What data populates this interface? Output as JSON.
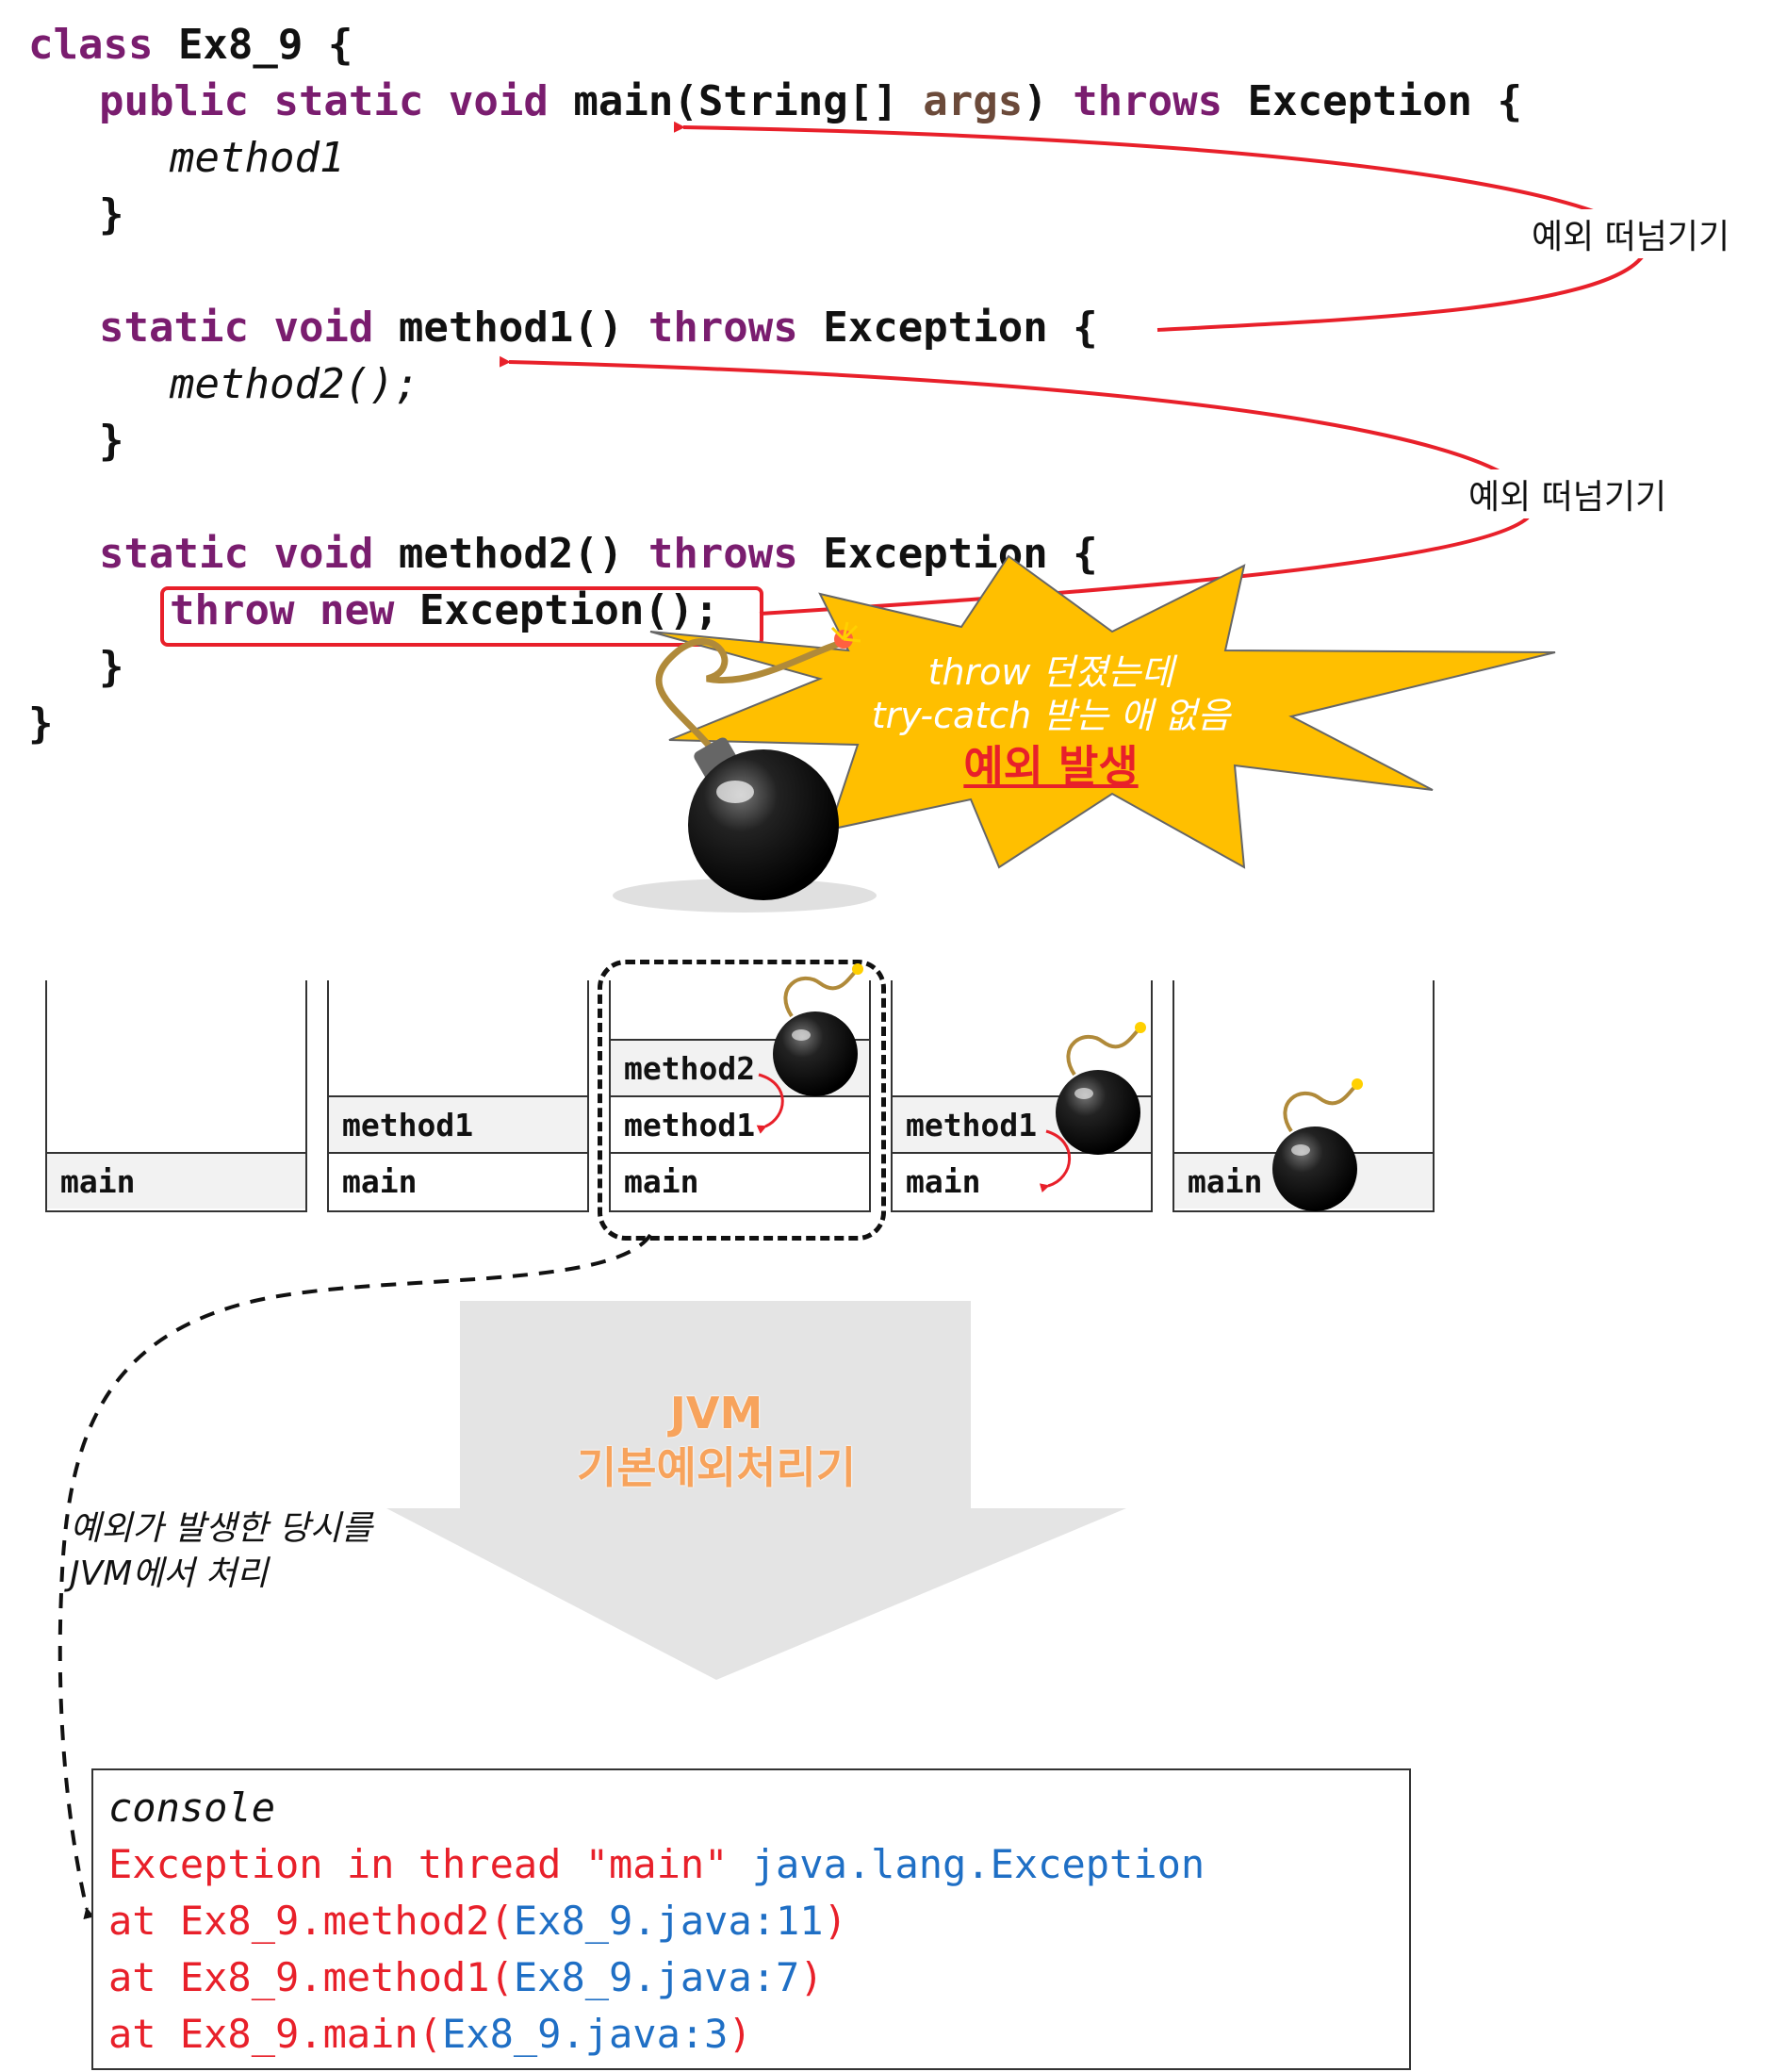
{
  "code": {
    "line1_class": "class",
    "line1_rest": " Ex8_9 {",
    "line2_public": "public",
    "line2_static": "static",
    "line2_void": "void",
    "line2_main": " main(String[] ",
    "line2_args": "args",
    "line2_close": ") ",
    "line2_throws": "throws",
    "line2_exc": " Exception {",
    "line3": "method1",
    "brace_close": "}",
    "line5_static": "static",
    "line5_void": "void",
    "line5_method": " method1() ",
    "line5_throws": "throws",
    "line5_exc": " Exception {",
    "line6": "method2();",
    "line8_static": "static",
    "line8_void": "void",
    "line8_method": " method2() ",
    "line8_throws": "throws",
    "line8_exc": " Exception {",
    "line9_throw": "throw",
    "line9_new": "new",
    "line9_rest": " Exception();"
  },
  "annotations": {
    "pass_exception_1": "예외 떠넘기기",
    "pass_exception_2": "예외 떠넘기기",
    "burst_line1": "throw 던졌는데",
    "burst_line2": "try-catch 받는 애 없음",
    "burst_line3": "예외 발생",
    "jvm_line1": "JVM",
    "jvm_line2": "기본예외처리기",
    "jvm_note_line1": "예외가 발생한 당시를",
    "jvm_note_line2": "JVM에서 처리"
  },
  "stacks": [
    {
      "frames": [
        "main"
      ]
    },
    {
      "frames": [
        "method1",
        "main"
      ]
    },
    {
      "frames": [
        "method2",
        "method1",
        "main"
      ]
    },
    {
      "frames": [
        "method1",
        "main"
      ]
    },
    {
      "frames": [
        "main"
      ]
    }
  ],
  "console": {
    "title": "console",
    "line1_red": "Exception in thread \"main\" ",
    "line1_blue": "java.lang.Exception",
    "line2_red": "at Ex8_9.method2(",
    "line2_blue": "Ex8_9.java:11",
    "line2_end": ")",
    "line3_red": "at Ex8_9.method1(",
    "line3_blue": "Ex8_9.java:7",
    "line3_end": ")",
    "line4_red": "at Ex8_9.main(",
    "line4_blue": "Ex8_9.java:3",
    "line4_end": ")"
  },
  "colors": {
    "keyword": "#7a1d6f",
    "arrow": "#e8202a",
    "burst": "#ffbf00",
    "jvm_arrow": "#e4e4e4",
    "jvm_text": "#f7a35c"
  }
}
